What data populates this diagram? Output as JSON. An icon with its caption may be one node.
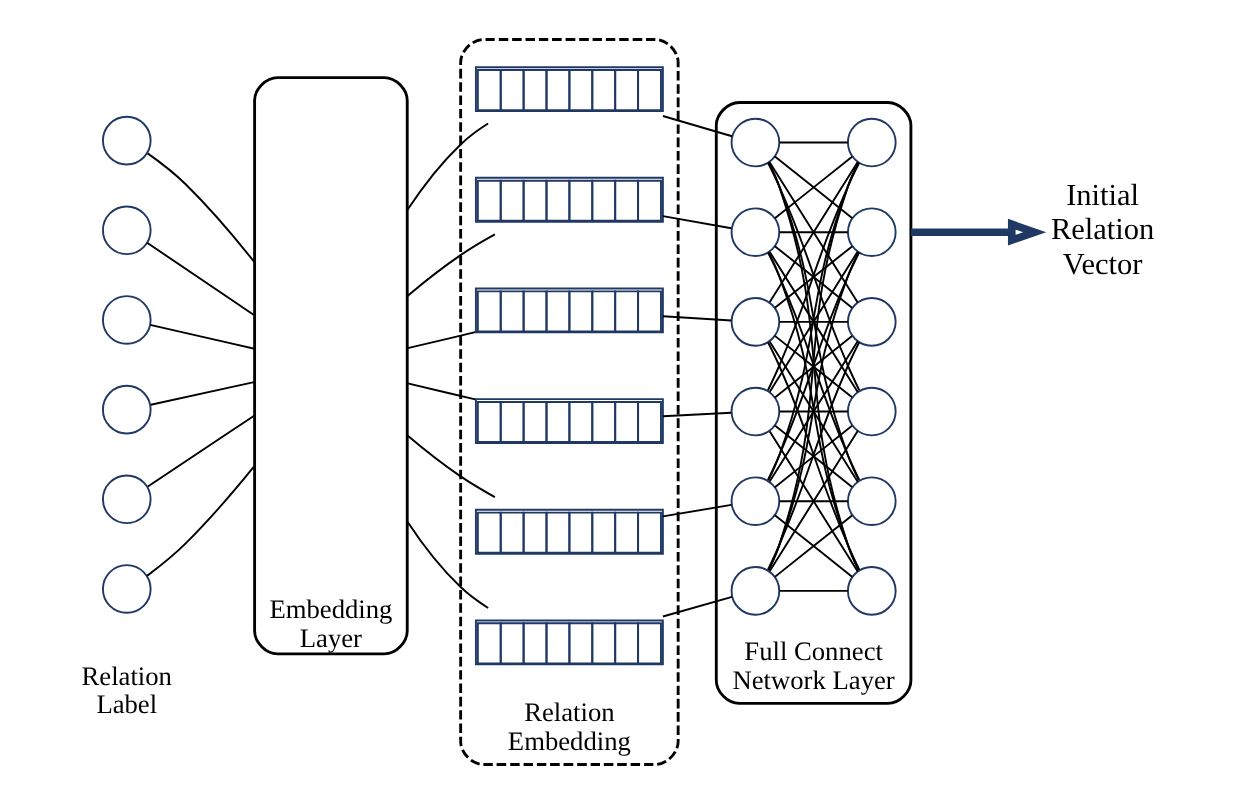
{
  "diagram": {
    "nodes": [
      {
        "text": [],
        "shape": "circle"
      },
      {
        "text": [],
        "shape": "circle"
      },
      {
        "text": [],
        "shape": "circle"
      },
      {
        "text": [],
        "shape": "circle"
      },
      {
        "text": [],
        "shape": "circle"
      },
      {
        "text": [],
        "shape": "circle"
      },
      {
        "text": [
          "Embedding Layer"
        ]
      },
      {
        "text": [
          "Relation Embedding"
        ]
      },
      {
        "text": [],
        "shape": "bar",
        "in": 7
      },
      {
        "text": [],
        "shape": "bar",
        "in": 7
      },
      {
        "text": [],
        "shape": "bar",
        "in": 7
      },
      {
        "text": [],
        "shape": "bar",
        "in": 7
      },
      {
        "text": [],
        "shape": "bar",
        "in": 7
      },
      {
        "text": [],
        "shape": "bar",
        "in": 7
      },
      {
        "text": [
          "Full Connect Network Layer"
        ]
      },
      {
        "text": [],
        "shape": "circle",
        "in": 14
      },
      {
        "text": [],
        "shape": "circle",
        "in": 14
      },
      {
        "text": [],
        "shape": "circle",
        "in": 14
      },
      {
        "text": [],
        "shape": "circle",
        "in": 14
      },
      {
        "text": [],
        "shape": "circle",
        "in": 14
      },
      {
        "text": [],
        "shape": "circle",
        "in": 14
      },
      {
        "text": [],
        "shape": "circle",
        "in": 14
      },
      {
        "text": [],
        "shape": "circle",
        "in": 14
      },
      {
        "text": [],
        "shape": "circle",
        "in": 14
      },
      {
        "text": [],
        "shape": "circle",
        "in": 14
      },
      {
        "text": [],
        "shape": "circle",
        "in": 14
      },
      {
        "text": [],
        "shape": "circle",
        "in": 14
      },
      {
        "text": [
          "Initial Relation Vector"
        ]
      }
    ],
    "edges": [
      {
        "from": 0,
        "to": 6,
        "arrow": "none"
      },
      {
        "from": 1,
        "to": 6,
        "arrow": "none"
      },
      {
        "from": 2,
        "to": 6,
        "arrow": "none"
      },
      {
        "from": 3,
        "to": 6,
        "arrow": "none"
      },
      {
        "from": 4,
        "to": 6,
        "arrow": "none"
      },
      {
        "from": 5,
        "to": 6,
        "arrow": "none"
      },
      {
        "from": 6,
        "to": 8,
        "arrow": "none"
      },
      {
        "from": 6,
        "to": 9,
        "arrow": "none"
      },
      {
        "from": 6,
        "to": 10,
        "arrow": "none"
      },
      {
        "from": 6,
        "to": 11,
        "arrow": "none"
      },
      {
        "from": 6,
        "to": 12,
        "arrow": "none"
      },
      {
        "from": 6,
        "to": 13,
        "arrow": "none"
      },
      {
        "from": 8,
        "to": 15,
        "arrow": "none"
      },
      {
        "from": 9,
        "to": 16,
        "arrow": "none"
      },
      {
        "from": 10,
        "to": 17,
        "arrow": "none"
      },
      {
        "from": 11,
        "to": 18,
        "arrow": "none"
      },
      {
        "from": 12,
        "to": 19,
        "arrow": "none"
      },
      {
        "from": 13,
        "to": 20,
        "arrow": "none"
      },
      {
        "from": 15,
        "to": 21,
        "arrow": "none"
      },
      {
        "from": 15,
        "to": 22,
        "arrow": "none"
      },
      {
        "from": 15,
        "to": 23,
        "arrow": "none"
      },
      {
        "from": 15,
        "to": 24,
        "arrow": "none"
      },
      {
        "from": 15,
        "to": 25,
        "arrow": "none"
      },
      {
        "from": 15,
        "to": 26,
        "arrow": "none"
      },
      {
        "from": 16,
        "to": 21,
        "arrow": "none"
      },
      {
        "from": 16,
        "to": 22,
        "arrow": "none"
      },
      {
        "from": 16,
        "to": 23,
        "arrow": "none"
      },
      {
        "from": 16,
        "to": 24,
        "arrow": "none"
      },
      {
        "from": 16,
        "to": 25,
        "arrow": "none"
      },
      {
        "from": 16,
        "to": 26,
        "arrow": "none"
      },
      {
        "from": 17,
        "to": 21,
        "arrow": "none"
      },
      {
        "from": 17,
        "to": 22,
        "arrow": "none"
      },
      {
        "from": 17,
        "to": 23,
        "arrow": "none"
      },
      {
        "from": 17,
        "to": 24,
        "arrow": "none"
      },
      {
        "from": 17,
        "to": 25,
        "arrow": "none"
      },
      {
        "from": 17,
        "to": 26,
        "arrow": "none"
      },
      {
        "from": 18,
        "to": 21,
        "arrow": "none"
      },
      {
        "from": 18,
        "to": 22,
        "arrow": "none"
      },
      {
        "from": 18,
        "to": 23,
        "arrow": "none"
      },
      {
        "from": 18,
        "to": 24,
        "arrow": "none"
      },
      {
        "from": 18,
        "to": 25,
        "arrow": "none"
      },
      {
        "from": 18,
        "to": 26,
        "arrow": "none"
      },
      {
        "from": 19,
        "to": 21,
        "arrow": "none"
      },
      {
        "from": 19,
        "to": 22,
        "arrow": "none"
      },
      {
        "from": 19,
        "to": 23,
        "arrow": "none"
      },
      {
        "from": 19,
        "to": 24,
        "arrow": "none"
      },
      {
        "from": 19,
        "to": 25,
        "arrow": "none"
      },
      {
        "from": 19,
        "to": 26,
        "arrow": "none"
      },
      {
        "from": 20,
        "to": 21,
        "arrow": "none"
      },
      {
        "from": 20,
        "to": 22,
        "arrow": "none"
      },
      {
        "from": 20,
        "to": 23,
        "arrow": "none"
      },
      {
        "from": 20,
        "to": 24,
        "arrow": "none"
      },
      {
        "from": 20,
        "to": 25,
        "arrow": "none"
      },
      {
        "from": 20,
        "to": 26,
        "arrow": "none"
      },
      {
        "from": 14,
        "to": 27,
        "arrow": "to",
        "style": "thick",
        "color": "#1f3864"
      }
    ],
    "labels": [
      "Relation Label"
    ]
  }
}
